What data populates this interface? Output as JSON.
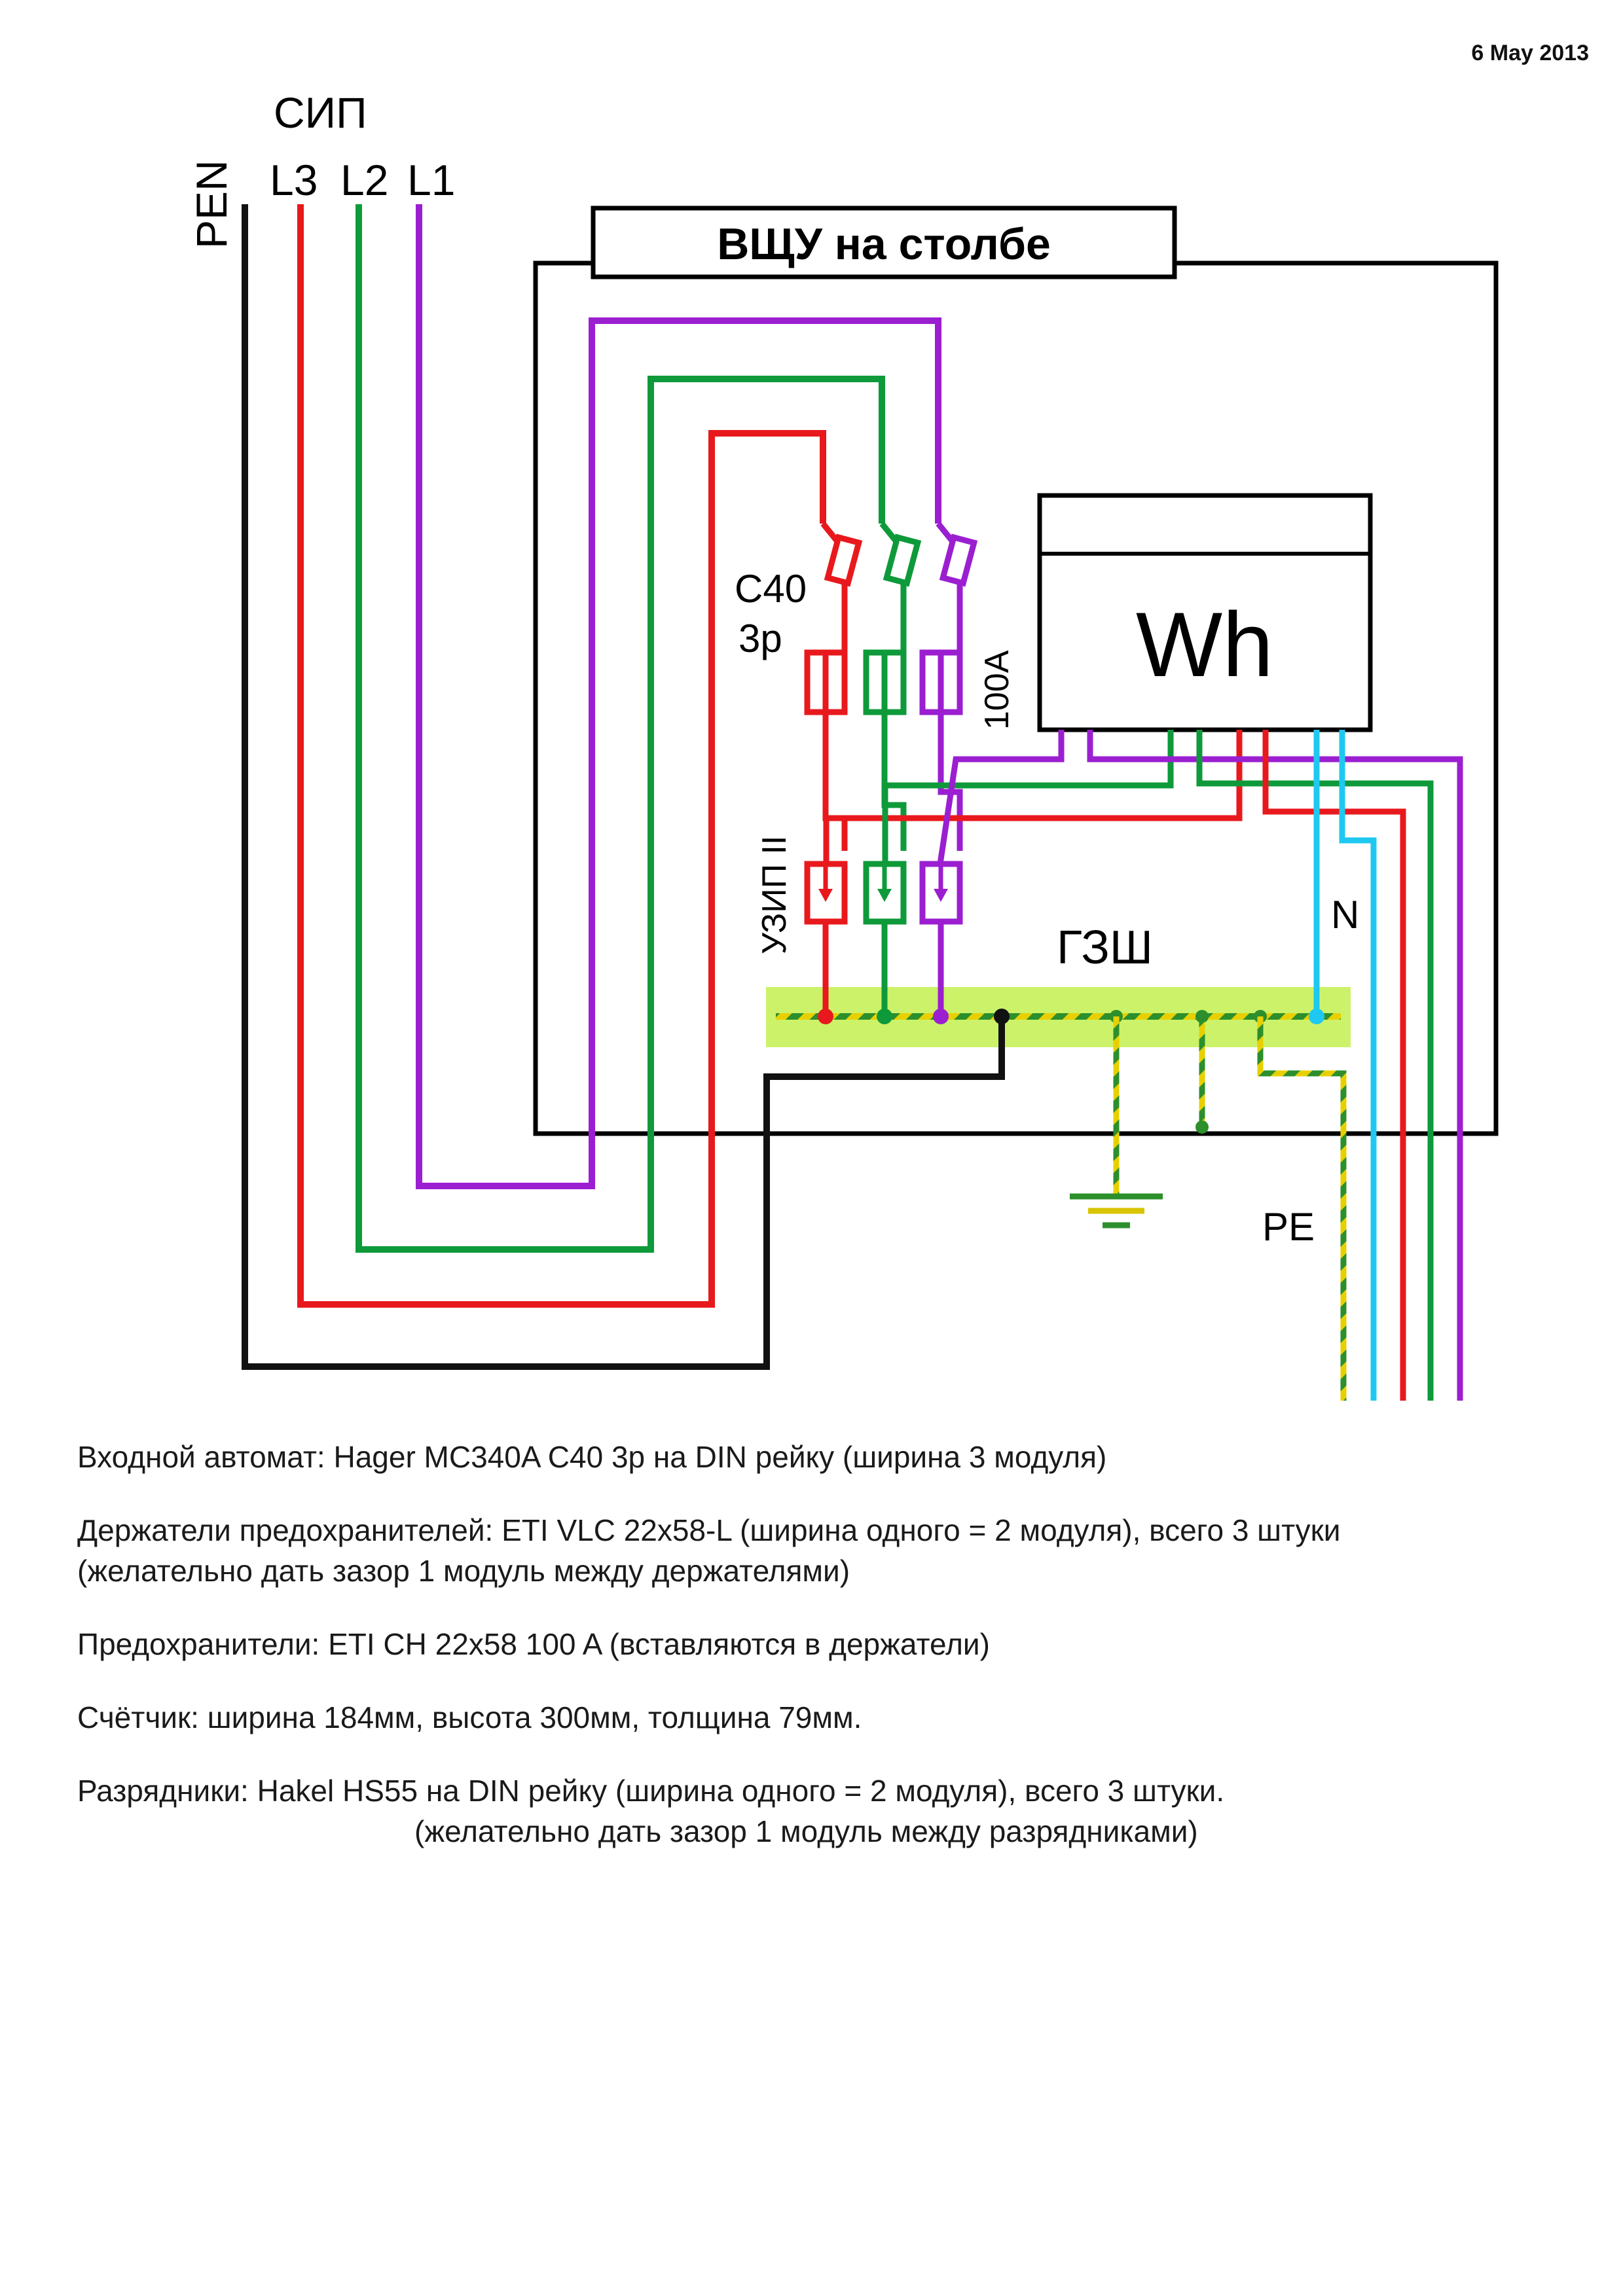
{
  "header": {
    "date": "6 May 2013"
  },
  "diagram": {
    "cable_label": "СИП",
    "pen_label": "PEN",
    "phase_labels": [
      "L3",
      "L2",
      "L1"
    ],
    "panel_title": "ВЩУ на столбе",
    "breaker_label_1": "C40",
    "breaker_label_2": "3p",
    "fuse_rating": "100A",
    "meter_label": "Wh",
    "spd_label": "УЗИП II",
    "bus_label": "ГЗШ",
    "neutral_label": "N",
    "pe_label": "PE",
    "colors": {
      "L1": "#9b1fd1",
      "L2": "#0e9a3a",
      "L3": "#e8191d",
      "N": "#1fc8f0",
      "PEN": "#111111",
      "PE_green": "#2c8f2c",
      "PE_yellow": "#e8d000",
      "bus": "#ccf26a"
    }
  },
  "notes": {
    "breaker": "Входной автомат: Hager MC340A C40 3p на DIN рейку (ширина 3 модуля)",
    "holders_1": "Держатели предохранителей: ETI VLC 22x58-L (ширина одного = 2 модуля), всего 3 штуки",
    "holders_2": "(желательно дать зазор 1 модуль между держателями)",
    "fuses": "Предохранители: ETI CH 22x58 100 A (вставляются в держатели)",
    "meter": "Счётчик: ширина 184мм, высота 300мм, толщина 79мм.",
    "arresters_1": "Разрядники: Hakel HS55 на DIN рейку (ширина одного = 2 модуля), всего 3 штуки.",
    "arresters_2": "(желательно дать зазор 1 модуль между разрядниками)"
  }
}
